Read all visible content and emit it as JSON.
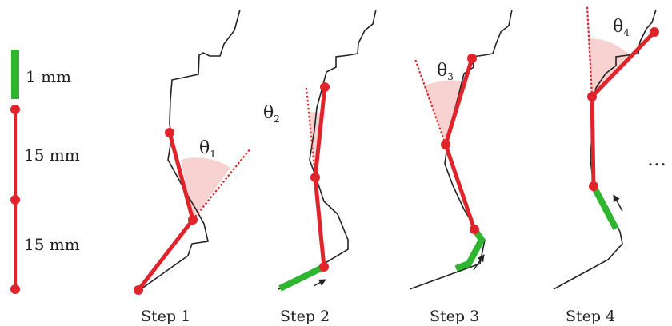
{
  "scale_bar": {
    "green_label": "1 mm",
    "red_label_upper": "15 mm",
    "red_label_lower": "15 mm"
  },
  "steps": [
    {
      "label": "Step 1",
      "angle_symbol": "θ",
      "angle_subscript": "1"
    },
    {
      "label": "Step 2",
      "angle_symbol": "θ",
      "angle_subscript": "2"
    },
    {
      "label": "Step 3",
      "angle_symbol": "θ",
      "angle_subscript": "3"
    },
    {
      "label": "Step 4",
      "angle_symbol": "θ",
      "angle_subscript": "4"
    }
  ],
  "continuation": "…",
  "colors": {
    "segment": "#e0242b",
    "tip": "#2fb52f",
    "angle_wedge": "#f7c9c9",
    "path": "#222222"
  }
}
